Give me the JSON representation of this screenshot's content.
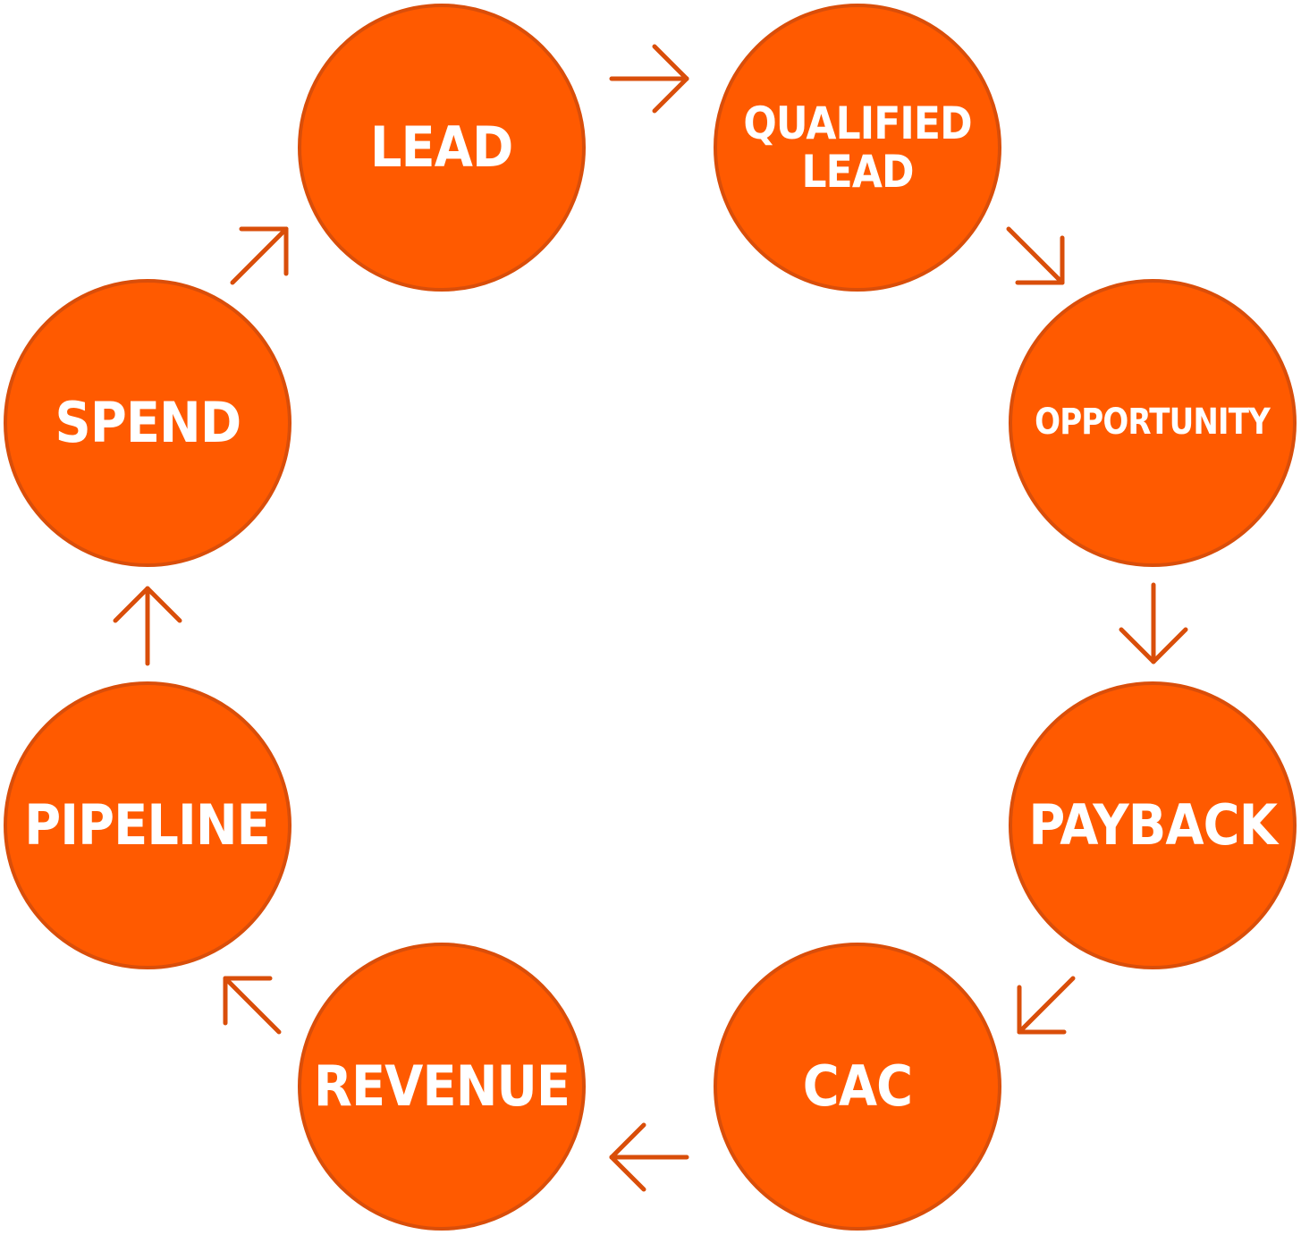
{
  "colors": {
    "node_fill": "#ff5a00",
    "node_border": "#d94e0a",
    "arrow": "#d94e0a",
    "text": "#ffffff"
  },
  "nodes": [
    {
      "id": "lead",
      "label": "LEAD"
    },
    {
      "id": "qualified-lead",
      "label": "QUALIFIED\nLEAD"
    },
    {
      "id": "opportunity",
      "label": "OPPORTUNITY"
    },
    {
      "id": "payback",
      "label": "PAYBACK"
    },
    {
      "id": "cac",
      "label": "CAC"
    },
    {
      "id": "revenue",
      "label": "REVENUE"
    },
    {
      "id": "pipeline",
      "label": "PIPELINE"
    },
    {
      "id": "spend",
      "label": "SPEND"
    }
  ],
  "edges": [
    {
      "from": "lead",
      "to": "qualified-lead"
    },
    {
      "from": "qualified-lead",
      "to": "opportunity"
    },
    {
      "from": "opportunity",
      "to": "payback"
    },
    {
      "from": "payback",
      "to": "cac"
    },
    {
      "from": "cac",
      "to": "revenue"
    },
    {
      "from": "revenue",
      "to": "pipeline"
    },
    {
      "from": "pipeline",
      "to": "spend"
    },
    {
      "from": "spend",
      "to": "lead"
    }
  ]
}
